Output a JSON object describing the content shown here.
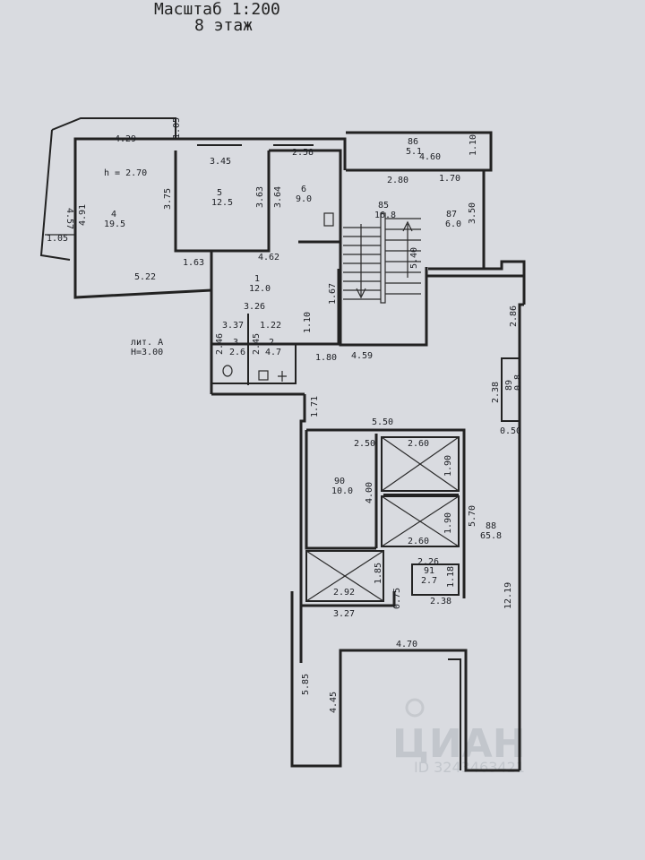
{
  "header": {
    "scale": "Масштаб 1:200",
    "floor": "8 этаж"
  },
  "block": {
    "lit": "лит. А",
    "height": "Н=3.00"
  },
  "room_height": "h = 2.70",
  "rooms": [
    {
      "num": "4",
      "area": "19.5"
    },
    {
      "num": "5",
      "area": "12.5"
    },
    {
      "num": "6",
      "area": "9.0"
    },
    {
      "num": "1",
      "area": "12.0"
    },
    {
      "num": "3",
      "area": "2.6"
    },
    {
      "num": "2",
      "area": "4.7"
    },
    {
      "num": "86",
      "area": "5.1"
    },
    {
      "num": "85",
      "area": "16.8"
    },
    {
      "num": "87",
      "area": "6.0"
    },
    {
      "num": "89",
      "area": "0.8"
    },
    {
      "num": "90",
      "area": "10.0"
    },
    {
      "num": "88",
      "area": "65.8"
    },
    {
      "num": "91",
      "area": "2.7"
    }
  ],
  "dims": [
    "4.29",
    "1.05",
    "4.57",
    "4.91",
    "1.05",
    "3.45",
    "2.58",
    "3.75",
    "3.63",
    "3.64",
    "1.63",
    "4.62",
    "5.22",
    "3.26",
    "3.37",
    "1.22",
    "1.67",
    "1.10",
    "2.46",
    "2.45",
    "4.60",
    "1.10",
    "2.80",
    "1.70",
    "3.50",
    "5.40",
    "1.80",
    "4.59",
    "2.86",
    "2.38",
    "0.50",
    "1.71",
    "5.50",
    "2.50",
    "2.60",
    "1.90",
    "4.00",
    "1.90",
    "2.60",
    "5.70",
    "2.26",
    "1.18",
    "1.85",
    "2.92",
    "0.75",
    "2.38",
    "3.27",
    "12.19",
    "4.70",
    "5.85",
    "4.45"
  ],
  "watermark": {
    "brand": "ЦИАН",
    "id": "ID 3243463421"
  }
}
